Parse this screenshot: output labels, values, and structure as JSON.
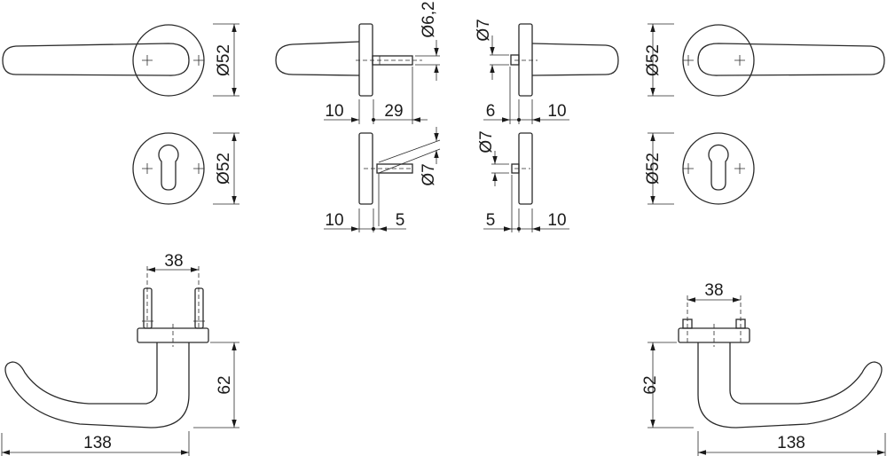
{
  "drawing": {
    "line_color": "#2a2a2a",
    "dimensions": {
      "rose_left_diameter": "Ø52",
      "escutcheon_left_diameter": "Ø52",
      "rose_right_diameter": "Ø52",
      "escutcheon_right_diameter": "Ø52",
      "spindle_left_diameter": "Ø6,2",
      "pin_left_diameter": "Ø7",
      "spindle_right_diameter": "Ø7",
      "pin_right_diameter": "Ø7",
      "side_tl_plate": "10",
      "side_tl_spindle": "29",
      "side_bl_plate": "10",
      "side_bl_pin": "5",
      "side_tr_spindle": "6",
      "side_tr_plate": "10",
      "side_br_pin": "5",
      "side_br_plate": "10",
      "lever_left_spacing": "38",
      "lever_left_height": "62",
      "lever_left_length": "138",
      "lever_right_spacing": "38",
      "lever_right_height": "62",
      "lever_right_length": "138"
    }
  }
}
